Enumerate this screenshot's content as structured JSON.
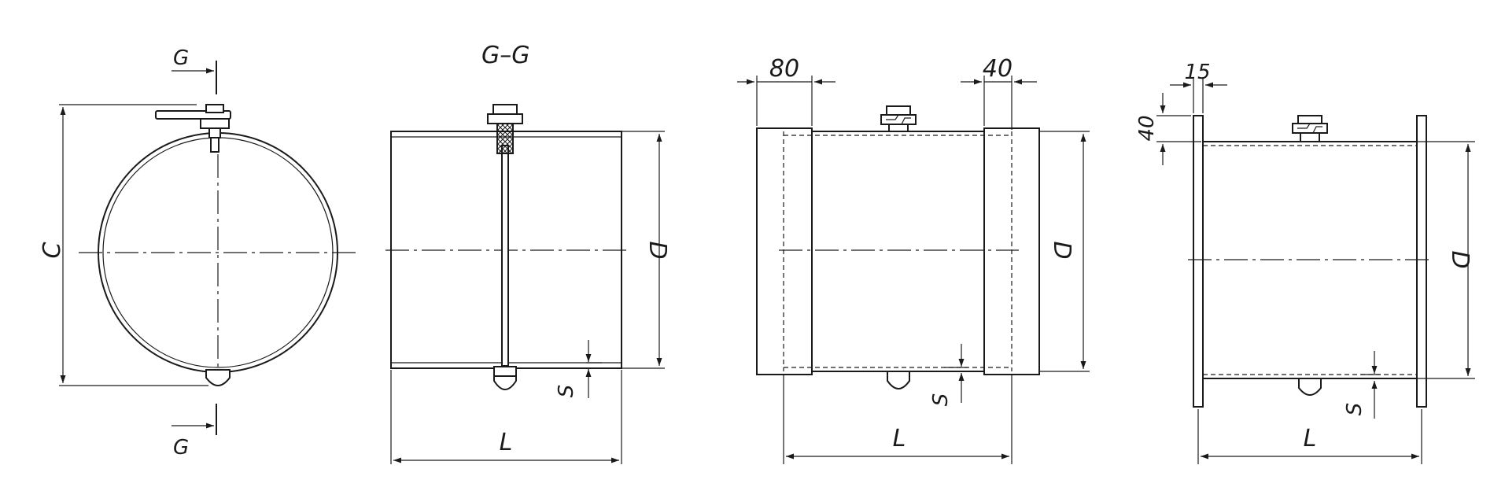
{
  "labels": {
    "section_mark": "G",
    "section_title": "G–G",
    "circumference": "C",
    "diameter": "D",
    "length": "L",
    "thickness": "S",
    "dim_80": "80",
    "dim_40_top": "40",
    "dim_15": "15",
    "dim_40_side": "40"
  }
}
